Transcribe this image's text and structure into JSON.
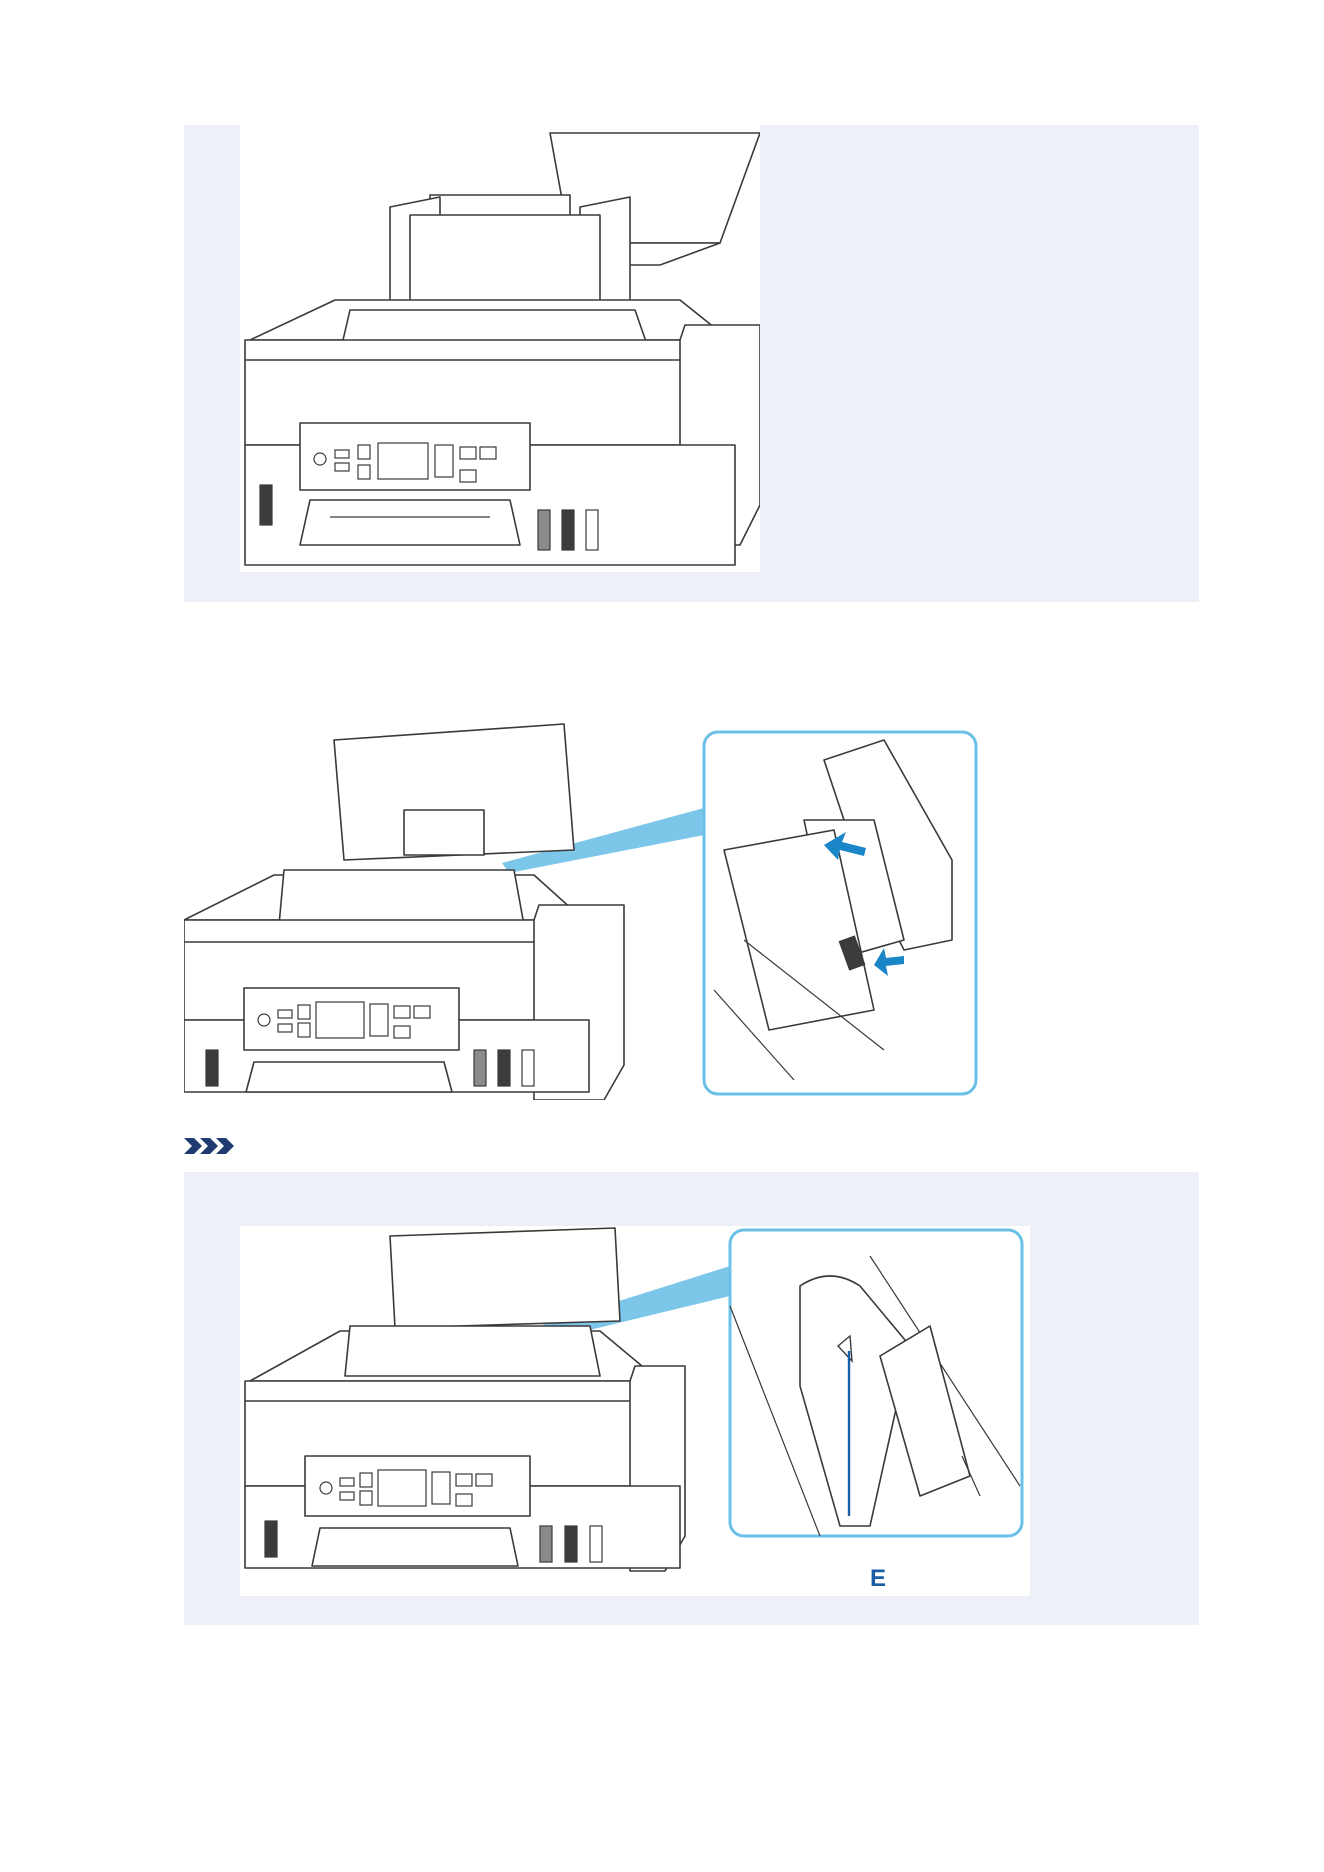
{
  "figures": {
    "loaded_long_paper": {
      "icon": "printer-with-long-paper-illustration"
    },
    "guides_adjusted": {
      "icon": "paper-guides-zoom-illustration"
    },
    "guide_mark": {
      "icon": "paper-guide-mark-zoom-illustration",
      "callout": "E"
    }
  },
  "note": {
    "icon": "note-chevrons-icon"
  },
  "colors": {
    "panel_bg": "#eef0f8",
    "zoom_border": "#6cc0e8",
    "arrow": "#1a86c8",
    "callout": "#1a5fa6"
  }
}
